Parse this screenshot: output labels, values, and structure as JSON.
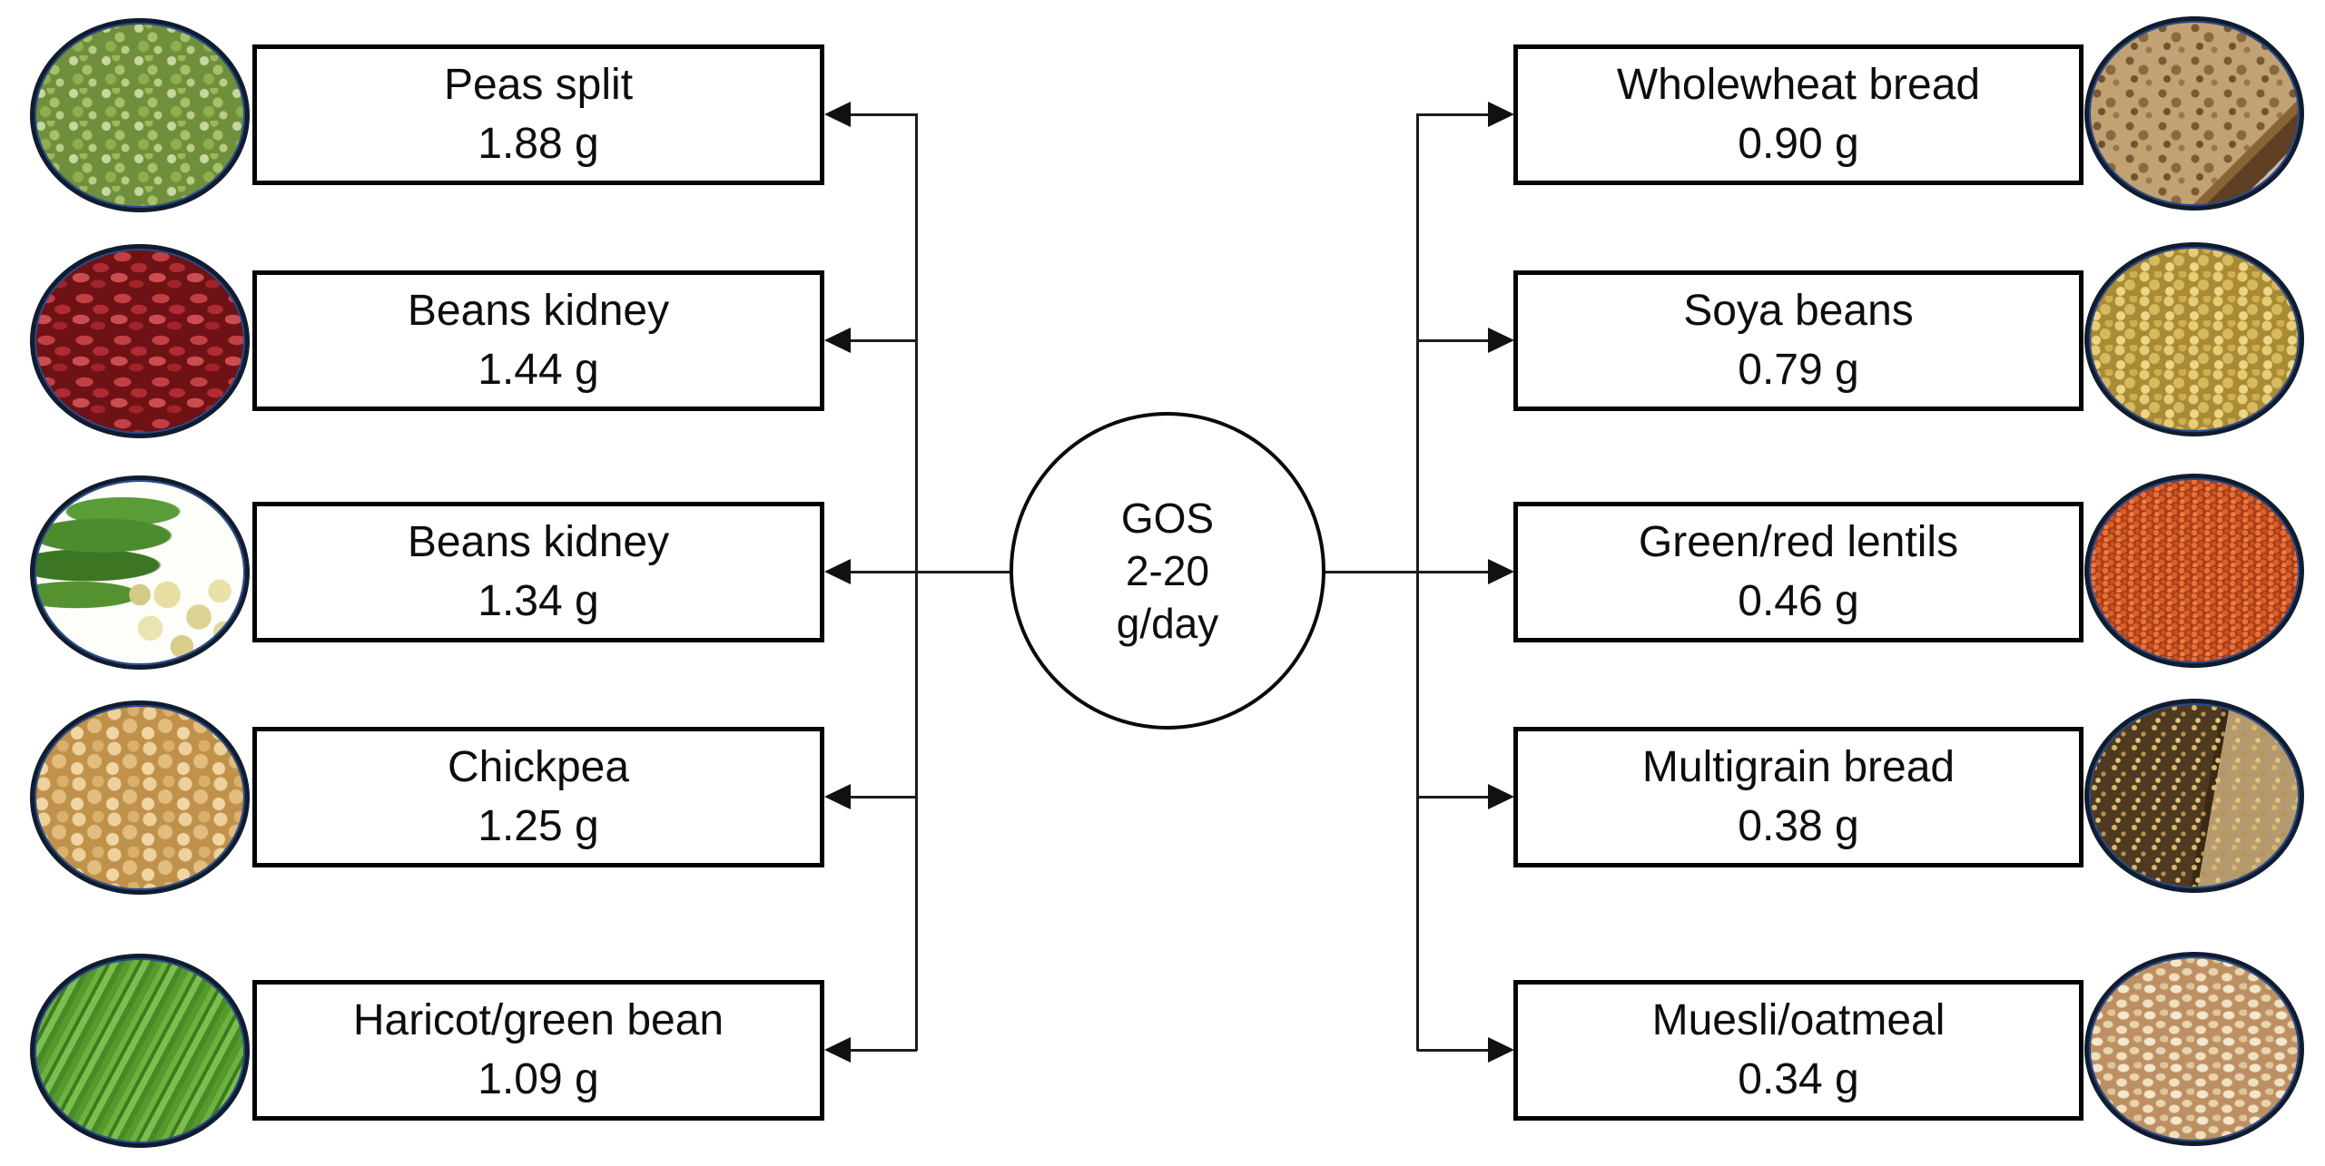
{
  "center_node": {
    "line1": "GOS",
    "line2": "2-20",
    "line3": "g/day"
  },
  "left_items": [
    {
      "name": "Peas split",
      "amount": "1.88 g",
      "image": "split-peas"
    },
    {
      "name": "Beans kidney",
      "amount": "1.44 g",
      "image": "red-kidney-beans"
    },
    {
      "name": "Beans kidney",
      "amount": "1.34 g",
      "image": "flat-green-beans-pods"
    },
    {
      "name": "Chickpea",
      "amount": "1.25 g",
      "image": "chickpeas"
    },
    {
      "name": "Haricot/green bean",
      "amount": "1.09 g",
      "image": "green-beans"
    }
  ],
  "right_items": [
    {
      "name": "Wholewheat bread",
      "amount": "0.90 g",
      "image": "wholewheat-bread"
    },
    {
      "name": "Soya beans",
      "amount": "0.79 g",
      "image": "soya-beans"
    },
    {
      "name": "Green/red lentils",
      "amount": "0.46 g",
      "image": "red-lentils"
    },
    {
      "name": "Multigrain bread",
      "amount": "0.38 g",
      "image": "multigrain-bread"
    },
    {
      "name": "Muesli/oatmeal",
      "amount": "0.34 g",
      "image": "rolled-oats"
    }
  ],
  "colors": {
    "line": "#1d1d1d",
    "box_border": "#050505",
    "image_ring": "#101c30"
  }
}
